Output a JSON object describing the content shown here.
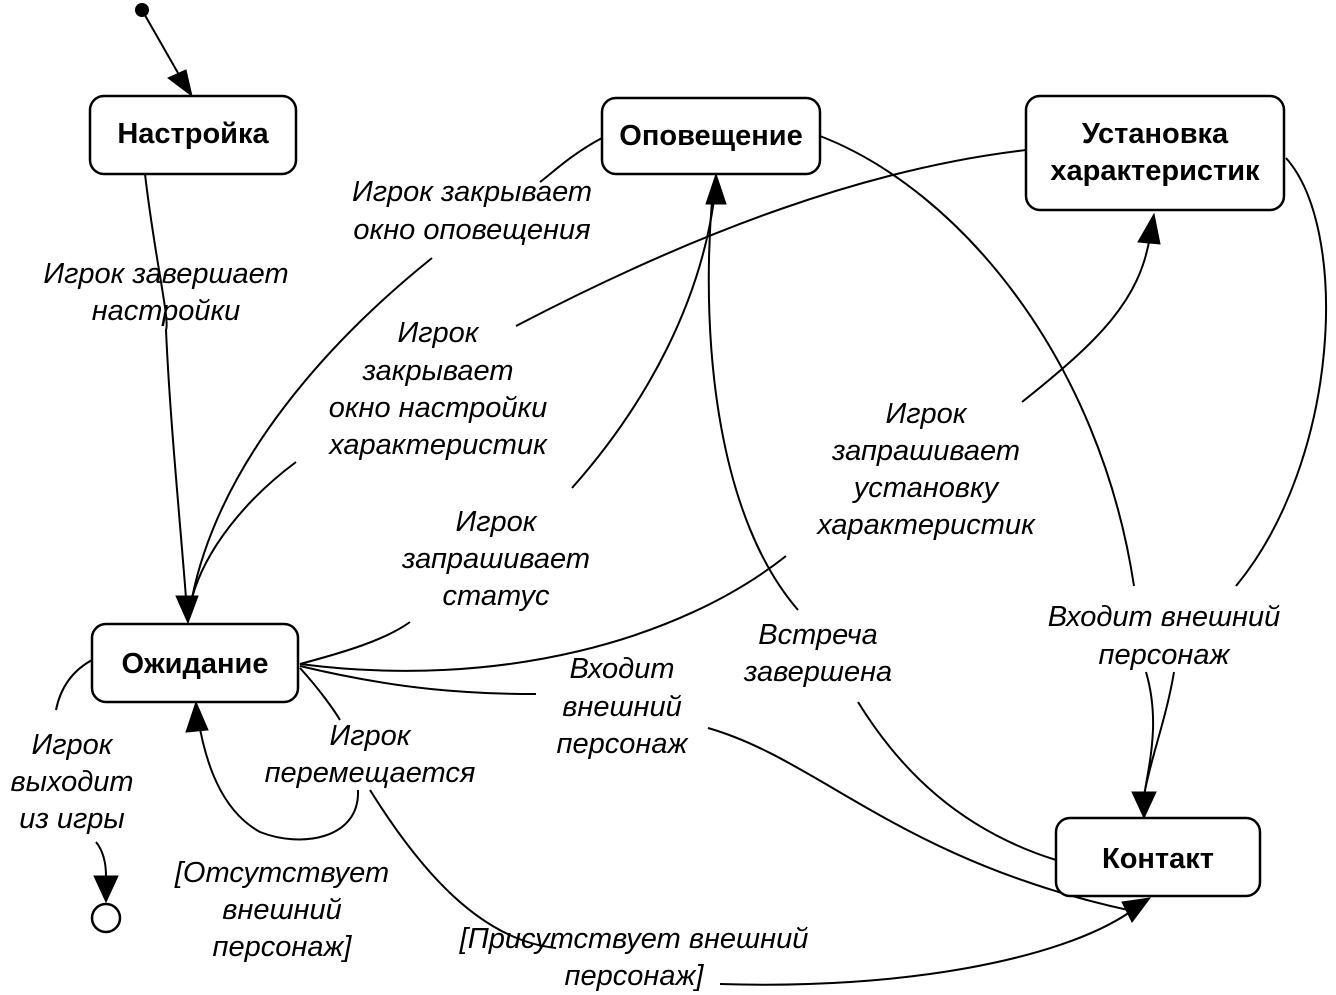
{
  "states": {
    "setup": "Настройка",
    "notification": "Оповещение",
    "characteristics": [
      "Установка",
      "характеристик"
    ],
    "waiting": "Ожидание",
    "contact": "Контакт"
  },
  "labels": {
    "finish_setup": [
      "Игрок завершает",
      "настройки"
    ],
    "close_notification": [
      "Игрок закрывает",
      "окно оповещения"
    ],
    "close_characteristics": [
      "Игрок",
      "закрывает",
      "окно настройки",
      "характеристик"
    ],
    "request_status": [
      "Игрок",
      "запрашивает",
      "статус"
    ],
    "request_characteristics": [
      "Игрок",
      "запрашивает",
      "установку",
      "характеристик"
    ],
    "meeting_finished": [
      "Встреча",
      "завершена"
    ],
    "external_enters_right": [
      "Входит внешний",
      "персонаж"
    ],
    "external_enters_center": [
      "Входит",
      "внешний",
      "персонаж"
    ],
    "player_moves": [
      "Игрок",
      "перемещается"
    ],
    "player_exits": [
      "Игрок",
      "выходит",
      "из игры"
    ],
    "guard_absent": [
      "[Отсутствует",
      "внешний",
      "персонаж]"
    ],
    "guard_present": [
      "[Присутствует внешний",
      "персонаж]"
    ]
  }
}
